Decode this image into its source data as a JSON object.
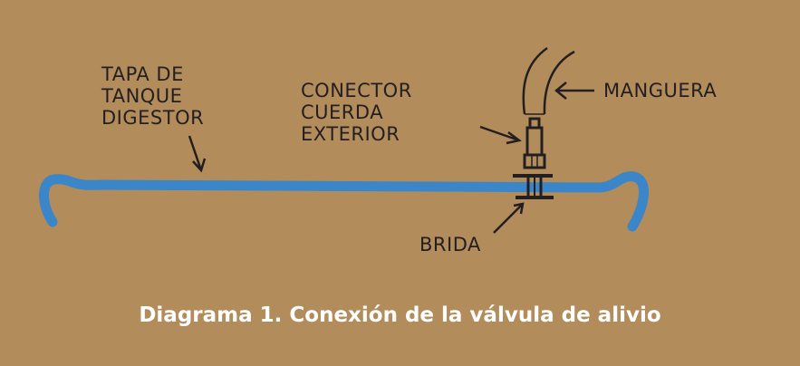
{
  "labels": {
    "tank_lid": "TAPA DE\nTANQUE\nDIGESTOR",
    "connector": "CONECTOR\nCUERDA\nEXTERIOR",
    "hose": "MANGUERA",
    "flange": "BRIDA"
  },
  "caption": "Diagrama 1. Conexión de la válvula de alivio",
  "colors": {
    "background": "#b38c5c",
    "lid": "#3a86c8",
    "ink": "#231f20"
  }
}
